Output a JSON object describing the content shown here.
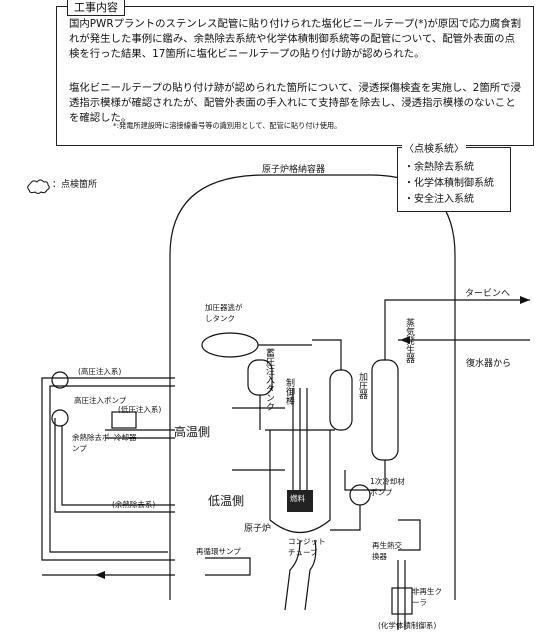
{
  "work": {
    "title": "工事内容",
    "para1": "国内PWRプラントのステンレス配管に貼り付けられた塩化ビニールテープ(*)が原因で応力腐食割れが発生した事例に鑑み、余熱除去系統や化学体積制御系統等の配管について、配管外表面の点検を行った結果、17箇所に塩化ビニールテープの貼り付け跡が認められた。",
    "para2": "塩化ビニールテープの貼り付け跡が認められた箇所について、浸透探傷検査を実施し、2箇所で浸透指示模様が確認されたが、配管外表面の手入れにて支持部を除去し、浸透指示模様のないことを確認した。",
    "footnote": "*:発電所建設時に溶接線番号等の識別用として、配管に貼り付け使用。"
  },
  "legend": {
    "title": "〈点検系統〉",
    "items": [
      "・余熱除去系統",
      "・化学体積制御系統",
      "・安全注入系統"
    ],
    "marker": "：点検箇所"
  },
  "diagram": {
    "containment": "原子炉格納容器",
    "turbine": "タービンへ",
    "condenser": "復水器から",
    "sg": "蒸気発生器",
    "pressurizer": "加圧器",
    "relief_tank": "加圧器逃がしタンク",
    "accumulator": "蓄圧注入タンク",
    "control_rod": "制御棒",
    "fuel": "燃料",
    "reactor": "原子炉",
    "conduit": "コンジットチューブ",
    "sump": "再循環サンプ",
    "hp_system": "(高圧注入系)",
    "hp_pump": "高圧注入ポンプ",
    "lp_system": "(低圧注入系)",
    "rhr_pump": "余熱除去ポンプ",
    "cooler": "冷却器",
    "rhr_system": "(余熱除去系)",
    "hot_leg": "高温側",
    "cold_leg": "低温側",
    "coolant_pump": "1次冷却材ポンプ",
    "regen_hx": "再生熱交換器",
    "nonregen_cooler": "非再生クーラ",
    "cvcs": "(化学体積制御系)"
  }
}
